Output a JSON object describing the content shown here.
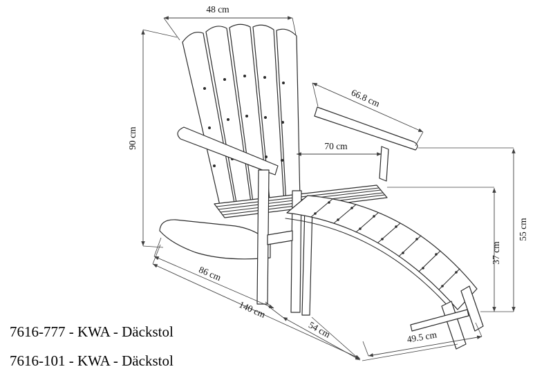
{
  "diagram": {
    "type": "technical-drawing",
    "subject": "Adirondack deck chair with curved footstool, dimensioned line drawing",
    "background": "#ffffff",
    "line_color": "#2b2b2b",
    "dimension_line_color": "#3f3f3f",
    "dimensions": {
      "backrest_top_width": "48 cm",
      "armrest_length": "66.8 cm",
      "backrest_height": "90 cm",
      "seat_width": "70 cm",
      "armrest_height": "55 cm",
      "footstool_height": "37 cm",
      "chair_base_depth": "86 cm",
      "overall_length": "140 cm",
      "footstool_gap_depth": "54 cm",
      "footstool_width": "49.5 cm"
    },
    "product_codes": {
      "line1": "7616-777 - KWA - Däckstol",
      "line2": "7616-101 - KWA - Däckstol"
    }
  }
}
